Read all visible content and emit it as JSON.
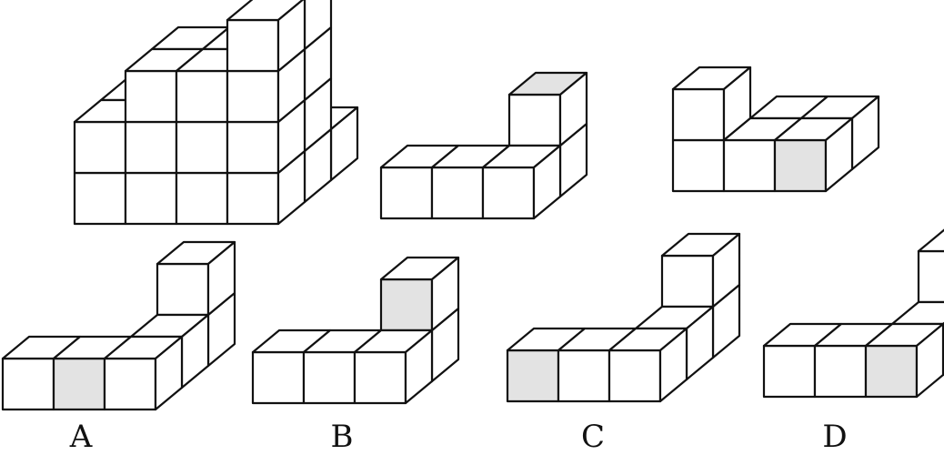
{
  "colors": {
    "stroke": "#111111",
    "white": "#ffffff",
    "shaded": "#e3e3e3"
  },
  "figures": [
    {
      "name": "given-figure-main",
      "cubes": [
        [
          3,
          0,
          0
        ],
        [
          3,
          1,
          0
        ],
        [
          3,
          0,
          1
        ],
        [
          3,
          1,
          1
        ],
        [
          3,
          0,
          2
        ],
        [
          3,
          1,
          2
        ],
        [
          3,
          0,
          3
        ],
        [
          3,
          1,
          3
        ],
        [
          3,
          2,
          0
        ],
        [
          2,
          0,
          0
        ],
        [
          2,
          1,
          0
        ],
        [
          2,
          0,
          1
        ],
        [
          2,
          1,
          1
        ],
        [
          2,
          0,
          2
        ],
        [
          2,
          1,
          2
        ],
        [
          2,
          2,
          0
        ],
        [
          1,
          0,
          0
        ],
        [
          1,
          1,
          0
        ],
        [
          1,
          0,
          1
        ],
        [
          1,
          1,
          1
        ],
        [
          1,
          0,
          2
        ],
        [
          1,
          1,
          2
        ],
        [
          1,
          2,
          0
        ],
        [
          0,
          0,
          0
        ],
        [
          0,
          1,
          0
        ],
        [
          0,
          0,
          1
        ],
        [
          0,
          1,
          1
        ],
        [
          0,
          2,
          0
        ],
        [
          0,
          2,
          1
        ]
      ],
      "shaded": [
        {
          "cube": [
            0,
            2,
            1
          ],
          "face": "front"
        },
        {
          "cube": [
            3,
            1,
            2
          ],
          "face": "front"
        }
      ]
    },
    {
      "name": "given-figure-piece-2",
      "cubes": [
        [
          0,
          0,
          0
        ],
        [
          1,
          0,
          0
        ],
        [
          2,
          0,
          0
        ],
        [
          2,
          1,
          0
        ],
        [
          2,
          1,
          1
        ]
      ],
      "shaded": [
        {
          "cube": [
            2,
            1,
            1
          ],
          "face": "top"
        }
      ]
    },
    {
      "name": "given-figure-piece-3",
      "cubes": [
        [
          0,
          0,
          0
        ],
        [
          1,
          0,
          0
        ],
        [
          2,
          0,
          0
        ],
        [
          0,
          0,
          1
        ],
        [
          1,
          1,
          0
        ],
        [
          2,
          1,
          0
        ]
      ],
      "shaded": [
        {
          "cube": [
            2,
            0,
            0
          ],
          "face": "front"
        }
      ]
    },
    {
      "name": "option-a-figure",
      "cubes": [
        [
          0,
          0,
          0
        ],
        [
          1,
          0,
          0
        ],
        [
          2,
          0,
          0
        ],
        [
          2,
          1,
          0
        ],
        [
          2,
          2,
          0
        ],
        [
          2,
          2,
          1
        ]
      ],
      "shaded": [
        {
          "cube": [
            1,
            0,
            0
          ],
          "face": "front"
        }
      ]
    },
    {
      "name": "option-b-figure",
      "cubes": [
        [
          0,
          0,
          0
        ],
        [
          1,
          0,
          0
        ],
        [
          2,
          0,
          0
        ],
        [
          2,
          1,
          0
        ],
        [
          2,
          1,
          1
        ]
      ],
      "shaded": [
        {
          "cube": [
            2,
            1,
            1
          ],
          "face": "front"
        }
      ]
    },
    {
      "name": "option-c-figure",
      "cubes": [
        [
          0,
          0,
          0
        ],
        [
          1,
          0,
          0
        ],
        [
          2,
          0,
          0
        ],
        [
          2,
          1,
          0
        ],
        [
          2,
          2,
          0
        ],
        [
          2,
          2,
          1
        ]
      ],
      "shaded": [
        {
          "cube": [
            0,
            0,
            0
          ],
          "face": "front"
        }
      ]
    },
    {
      "name": "option-d-figure",
      "cubes": [
        [
          0,
          0,
          0
        ],
        [
          1,
          0,
          0
        ],
        [
          2,
          0,
          0
        ],
        [
          2,
          1,
          0
        ],
        [
          2,
          2,
          0
        ],
        [
          2,
          2,
          1
        ]
      ],
      "shaded": [
        {
          "cube": [
            2,
            0,
            0
          ],
          "face": "front"
        }
      ]
    }
  ],
  "labels": {
    "a": "A",
    "b": "B",
    "c": "C",
    "d": "D"
  }
}
